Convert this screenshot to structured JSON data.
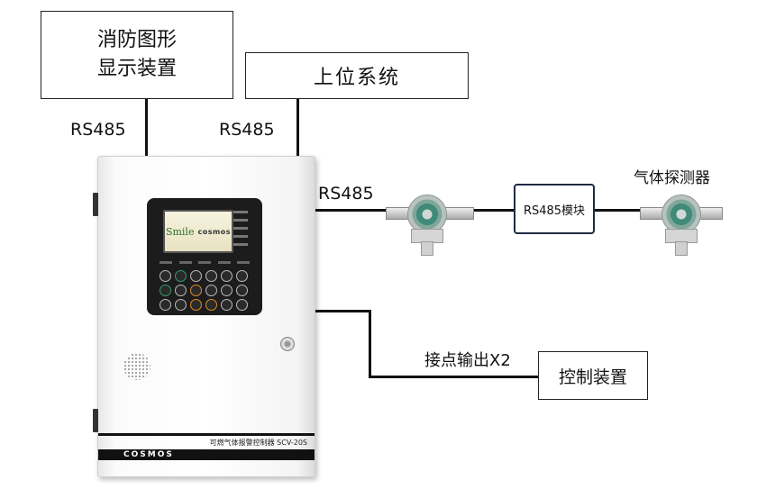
{
  "boxes": {
    "fire_display_line1": "消防图形",
    "fire_display_line2": "显示装置",
    "upper_system": "上位系统",
    "rs485_module": "RS485模块",
    "control_device": "控制装置"
  },
  "labels": {
    "rs485_fire": "RS485",
    "rs485_upper": "RS485",
    "rs485_detector": "RS485",
    "gas_detector": "气体探测器",
    "contact_output": "接点输出X2"
  },
  "controller": {
    "screen_smile": "Smile",
    "screen_brand": "cosmos",
    "model_text": "可燃气体报警控制器 SCV-20S",
    "brand_logo": "COSMOS"
  }
}
